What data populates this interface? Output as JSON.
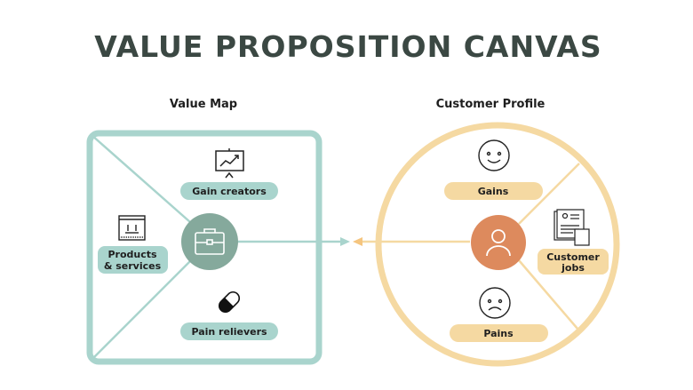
{
  "title": "VALUE PROPOSITION CANVAS",
  "value_map": {
    "heading": "Value Map",
    "gain_creators": "Gain creators",
    "products_line1": "Products",
    "products_line2": "& services",
    "pain_relievers": "Pain relievers"
  },
  "customer_profile": {
    "heading": "Customer Profile",
    "gains": "Gains",
    "jobs_line1": "Customer",
    "jobs_line2": "jobs",
    "pains": "Pains"
  },
  "colors": {
    "teal": "#a9d4cd",
    "teal_dark": "#85a99c",
    "sand": "#f5d9a2",
    "orange": "#dd8a5d",
    "title": "#3b4843"
  }
}
